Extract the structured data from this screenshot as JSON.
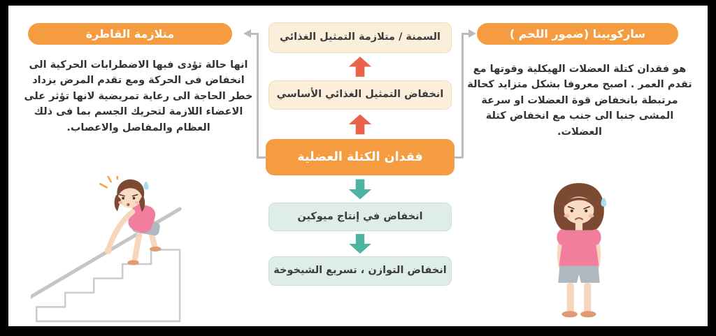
{
  "colors": {
    "orange": "#F49C3F",
    "cream": "#FBEEDB",
    "cream_border": "#F0DCBC",
    "teal_box": "#DFEDE8",
    "teal_box_border": "#C9E0D8",
    "red_arrow": "#E96249",
    "teal_arrow": "#4CB4A0",
    "connector_gray": "#B9BBBD",
    "text_dark": "#333333"
  },
  "right_panel": {
    "title": "ساركوبينا (ضمور اللحم )",
    "body": "هو فقدان كتلة العضلات الهيكلية وقوتها مع تقدم العمر . اصبح معروفا بشكل متزايد كحالة مرتبطة بانخفاض قوة العضلات او سرعة المشى جنبا الى جنب مع انخفاض كتلة العضلات."
  },
  "left_panel": {
    "title": "متلازمة القاطرة",
    "body": "انها حالة تؤدى فيها الاضطرابات الحركية الى انخفاض فى الحركة ومع تقدم المرض يزداد خطر الحاجة الى رعاية تمريضية لانها تؤثر على الاعضاء اللازمة لتحريك الجسم بما فى ذلك العظام والمفاصل والاعصاب."
  },
  "flow": {
    "obesity_box": "السمنة / متلازمة التمثيل الغذائي",
    "metabolism_box": "انخفاض التمثيل الغذائي الأساسي",
    "muscle_loss_box": "فقدان الكتلة العضلية",
    "myokine_box": "انخفاض في إنتاج ميوكين",
    "balance_box": "انخفاض التوازن ، تسريع الشيخوخة"
  },
  "icons": {
    "up_arrow": "red-block-arrow-up",
    "down_arrow": "teal-block-arrow-down",
    "connector_arrowheads": "gray-triangle"
  }
}
